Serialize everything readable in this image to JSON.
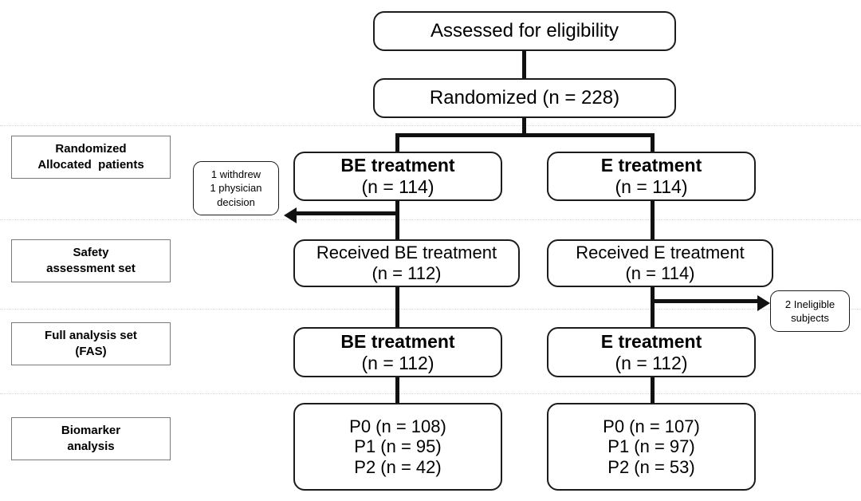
{
  "diagram": {
    "title": "CONSORT participant flow diagram",
    "accent_color": "#111111",
    "separator_color": "#d9d9d9",
    "stage_border_color": "#7a7a7a"
  },
  "top_nodes": {
    "assessed": "Assessed for eligibility",
    "randomized": "Randomized (n = 228)"
  },
  "stages": [
    {
      "line1": "Randomized",
      "line2": "Allocated  patients"
    },
    {
      "line1": "Safety",
      "line2": "assessment set"
    },
    {
      "line1": "Full analysis set",
      "line2": "(FAS)"
    },
    {
      "line1": "Biomarker",
      "line2": "analysis"
    }
  ],
  "allocation": {
    "be": {
      "title": "BE treatment",
      "count": "(n = 114)"
    },
    "e": {
      "title": "E treatment",
      "count": "(n = 114)"
    }
  },
  "safety": {
    "be": {
      "title": "Received BE treatment",
      "count": "(n = 112)"
    },
    "e": {
      "title": "Received E treatment",
      "count": "(n = 114)"
    }
  },
  "fas": {
    "be": {
      "title": "BE treatment",
      "count": "(n = 112)"
    },
    "e": {
      "title": "E treatment",
      "count": "(n = 112)"
    }
  },
  "biomarker": {
    "be": {
      "p0": "P0 (n = 108)",
      "p1": "P1 (n = 95)",
      "p2": "P2 (n = 42)"
    },
    "e": {
      "p0": "P0 (n = 107)",
      "p1": "P1 (n = 97)",
      "p2": "P2 (n = 53)"
    }
  },
  "exclusions": {
    "withdrew": {
      "line1": "1 withdrew",
      "line2": "1 physician",
      "line3": "decision"
    },
    "ineligible": {
      "line1": "2 Ineligible",
      "line2": "subjects"
    }
  }
}
